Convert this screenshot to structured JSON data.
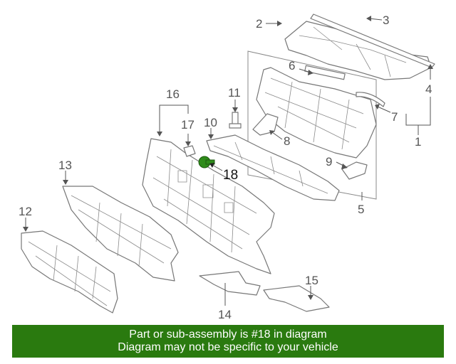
{
  "callouts": {
    "c1": "1",
    "c2": "2",
    "c3": "3",
    "c4": "4",
    "c5": "5",
    "c6": "6",
    "c7": "7",
    "c8": "8",
    "c9": "9",
    "c10": "10",
    "c11": "11",
    "c12": "12",
    "c13": "13",
    "c14": "14",
    "c15": "15",
    "c16": "16",
    "c17": "17",
    "c18": "18"
  },
  "highlight": {
    "part_number": "18",
    "color": "#2e8b1a"
  },
  "banner": {
    "line1": "Part or sub-assembly is #18 in diagram",
    "line2": "Diagram may not be specific to your vehicle",
    "bg_color": "#2a7a0f"
  }
}
